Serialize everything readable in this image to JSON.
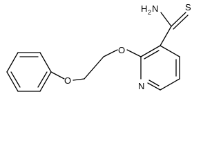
{
  "molecule": {
    "atoms": {
      "sulfur": "S",
      "amine_h": "H",
      "amine_h_count": "2",
      "amine_n": "N",
      "ether_oxygen_upper": "O",
      "ether_oxygen_lower": "O",
      "ring_nitrogen": "N"
    }
  }
}
